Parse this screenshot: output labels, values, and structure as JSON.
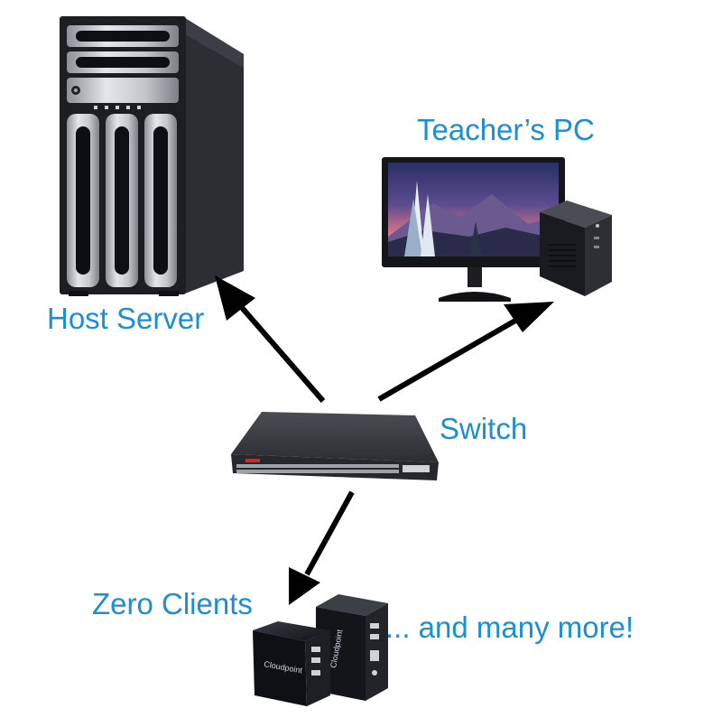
{
  "nodes": {
    "host_server": {
      "label": "Host Server"
    },
    "teacher_pc": {
      "label": "Teacher’s PC"
    },
    "switch": {
      "label": "Switch"
    },
    "zero_clients": {
      "label": "Zero Clients",
      "brand": "Cloudpoint"
    },
    "more": {
      "label": "... and many more!"
    }
  },
  "edges": [
    {
      "from": "switch",
      "to": "host_server"
    },
    {
      "from": "switch",
      "to": "teacher_pc"
    },
    {
      "from": "switch",
      "to": "zero_clients"
    }
  ],
  "colors": {
    "label": "#1a8fd8",
    "arrow": "#000000"
  }
}
